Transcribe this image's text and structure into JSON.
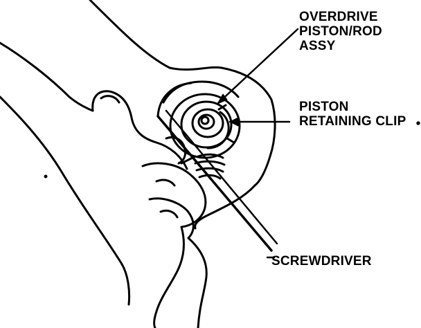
{
  "diagram": {
    "labels": {
      "overdrive_piston_rod_assy": [
        "OVERDRIVE",
        "PISTON/ROD",
        "ASSY"
      ],
      "piston_retaining_clip": [
        "PISTON",
        "RETAINING CLIP"
      ],
      "screwdriver": [
        "SCREWDRIVER"
      ]
    },
    "colors": {
      "ink": "#000000",
      "background": "#ffffff"
    }
  }
}
